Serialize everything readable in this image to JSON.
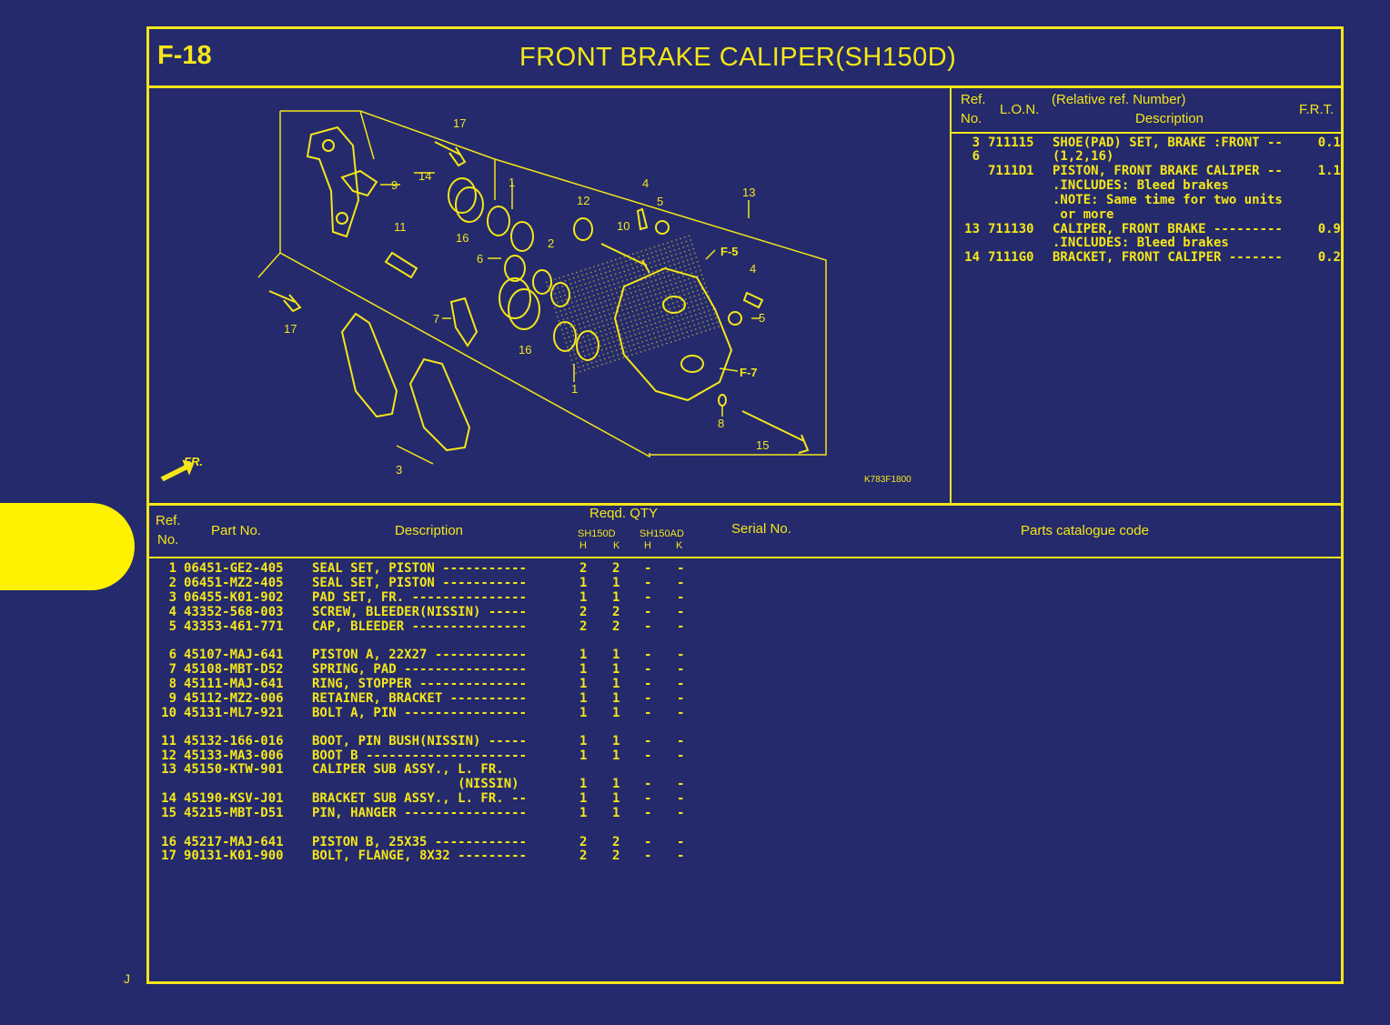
{
  "header": {
    "code": "F-18",
    "title": "FRONT  BRAKE  CALIPER(SH150D)"
  },
  "lon_header": {
    "ref1": "Ref.",
    "ref2": "No.",
    "lon": "L.O.N.",
    "rel": "(Relative ref. Number)",
    "desc": "Description",
    "frt": "F.R.T."
  },
  "lon_rows": [
    {
      "ref": "3",
      "lon": "711115",
      "desc": "SHOE(PAD) SET, BRAKE :FRONT --",
      "frt": "0.1"
    },
    {
      "ref": "6",
      "lon": "",
      "desc": "(1,2,16)",
      "frt": ""
    },
    {
      "ref": "",
      "lon": "7111D1",
      "desc": "PISTON, FRONT BRAKE CALIPER --",
      "frt": "1.1"
    },
    {
      "ref": "",
      "lon": "",
      "desc": ".INCLUDES: Bleed brakes",
      "frt": ""
    },
    {
      "ref": "",
      "lon": "",
      "desc": ".NOTE: Same time for two units",
      "frt": ""
    },
    {
      "ref": "",
      "lon": "",
      "desc": " or more",
      "frt": ""
    },
    {
      "ref": "13",
      "lon": "711130",
      "desc": "CALIPER, FRONT BRAKE ---------",
      "frt": "0.9"
    },
    {
      "ref": "",
      "lon": "",
      "desc": ".INCLUDES: Bleed brakes",
      "frt": ""
    },
    {
      "ref": "14",
      "lon": "7111G0",
      "desc": "BRACKET, FRONT CALIPER -------",
      "frt": "0.2"
    }
  ],
  "diagram": {
    "code": "K783F1800",
    "fr_label": "FR.",
    "callouts": [
      "1",
      "1",
      "2",
      "3",
      "4",
      "4",
      "5",
      "5",
      "6",
      "7",
      "8",
      "9",
      "10",
      "11",
      "12",
      "13",
      "14",
      "15",
      "16",
      "16",
      "17",
      "17",
      "F-5",
      "F-7"
    ]
  },
  "parts_header": {
    "ref1": "Ref.",
    "ref2": "No.",
    "partno": "Part No.",
    "desc": "Description",
    "reqd": "Reqd. QTY",
    "m1": "SH150D",
    "m2": "SH150AD",
    "h1": "H",
    "k1": "K",
    "h2": "H",
    "k2": "K",
    "serial": "Serial No.",
    "pcc": "Parts catalogue code"
  },
  "parts": [
    {
      "ref": "1",
      "pn": "06451-GE2-405",
      "desc": "SEAL SET, PISTON -----------",
      "h1": "2",
      "k1": "2",
      "h2": "-",
      "k2": "-"
    },
    {
      "ref": "2",
      "pn": "06451-MZ2-405",
      "desc": "SEAL SET, PISTON -----------",
      "h1": "1",
      "k1": "1",
      "h2": "-",
      "k2": "-"
    },
    {
      "ref": "3",
      "pn": "06455-K01-902",
      "desc": "PAD SET, FR. ---------------",
      "h1": "1",
      "k1": "1",
      "h2": "-",
      "k2": "-"
    },
    {
      "ref": "4",
      "pn": "43352-568-003",
      "desc": "SCREW, BLEEDER(NISSIN) -----",
      "h1": "2",
      "k1": "2",
      "h2": "-",
      "k2": "-"
    },
    {
      "ref": "5",
      "pn": "43353-461-771",
      "desc": "CAP, BLEEDER ---------------",
      "h1": "2",
      "k1": "2",
      "h2": "-",
      "k2": "-"
    },
    {
      "ref": "6",
      "pn": "45107-MAJ-641",
      "desc": "PISTON A, 22X27 ------------",
      "h1": "1",
      "k1": "1",
      "h2": "-",
      "k2": "-"
    },
    {
      "ref": "7",
      "pn": "45108-MBT-D52",
      "desc": "SPRING, PAD ----------------",
      "h1": "1",
      "k1": "1",
      "h2": "-",
      "k2": "-"
    },
    {
      "ref": "8",
      "pn": "45111-MAJ-641",
      "desc": "RING, STOPPER --------------",
      "h1": "1",
      "k1": "1",
      "h2": "-",
      "k2": "-"
    },
    {
      "ref": "9",
      "pn": "45112-MZ2-006",
      "desc": "RETAINER, BRACKET ----------",
      "h1": "1",
      "k1": "1",
      "h2": "-",
      "k2": "-"
    },
    {
      "ref": "10",
      "pn": "45131-ML7-921",
      "desc": "BOLT A, PIN ----------------",
      "h1": "1",
      "k1": "1",
      "h2": "-",
      "k2": "-"
    },
    {
      "ref": "11",
      "pn": "45132-166-016",
      "desc": "BOOT, PIN BUSH(NISSIN) -----",
      "h1": "1",
      "k1": "1",
      "h2": "-",
      "k2": "-"
    },
    {
      "ref": "12",
      "pn": "45133-MA3-006",
      "desc": "BOOT B ---------------------",
      "h1": "1",
      "k1": "1",
      "h2": "-",
      "k2": "-"
    },
    {
      "ref": "13",
      "pn": "45150-KTW-901",
      "desc": "CALIPER SUB ASSY., L. FR.",
      "h1": "",
      "k1": "",
      "h2": "",
      "k2": ""
    },
    {
      "ref": "",
      "pn": "",
      "desc": "                   (NISSIN)",
      "h1": "1",
      "k1": "1",
      "h2": "-",
      "k2": "-"
    },
    {
      "ref": "14",
      "pn": "45190-KSV-J01",
      "desc": "BRACKET SUB ASSY., L. FR. --",
      "h1": "1",
      "k1": "1",
      "h2": "-",
      "k2": "-"
    },
    {
      "ref": "15",
      "pn": "45215-MBT-D51",
      "desc": "PIN, HANGER ----------------",
      "h1": "1",
      "k1": "1",
      "h2": "-",
      "k2": "-"
    },
    {
      "ref": "16",
      "pn": "45217-MAJ-641",
      "desc": "PISTON B, 25X35 ------------",
      "h1": "2",
      "k1": "2",
      "h2": "-",
      "k2": "-"
    },
    {
      "ref": "17",
      "pn": "90131-K01-900",
      "desc": "BOLT, FLANGE, 8X32 ---------",
      "h1": "2",
      "k1": "2",
      "h2": "-",
      "k2": "-"
    }
  ],
  "side_mark": "J",
  "colors": {
    "background": "#242a6c",
    "ink": "#f5e619",
    "tab": "#fff200"
  }
}
